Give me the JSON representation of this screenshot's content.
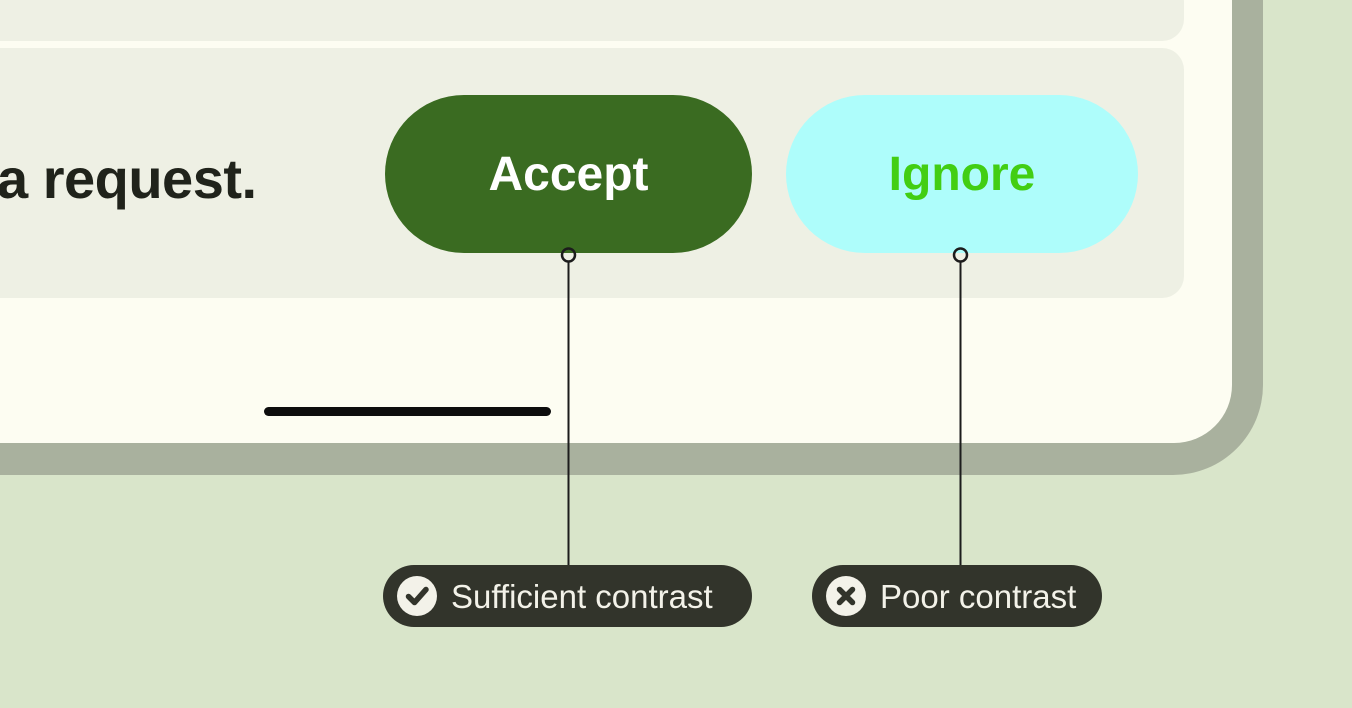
{
  "illustration": {
    "mockup": {
      "body_text": "a request.",
      "accept_button_label": "Accept",
      "ignore_button_label": "Ignore"
    },
    "annotations": {
      "sufficient": {
        "label": "Sufficient contrast",
        "icon": "check-icon"
      },
      "poor": {
        "label": "Poor contrast",
        "icon": "x-icon"
      }
    },
    "colors": {
      "page_background": "#d9e5ca",
      "card_background": "#fdfdf2",
      "card_shadow": "#a9b19e",
      "panel_background": "#eef0e4",
      "accept_background": "#3a6b21",
      "accept_text": "#ffffff",
      "ignore_background": "#aefdfb",
      "ignore_text": "#42ce13",
      "annotation_background": "#32342b",
      "annotation_text": "#f3f2e9",
      "body_text_color": "#20231b",
      "connector_line": "#1c1c1c",
      "home_bar": "#0d0d0d"
    }
  }
}
